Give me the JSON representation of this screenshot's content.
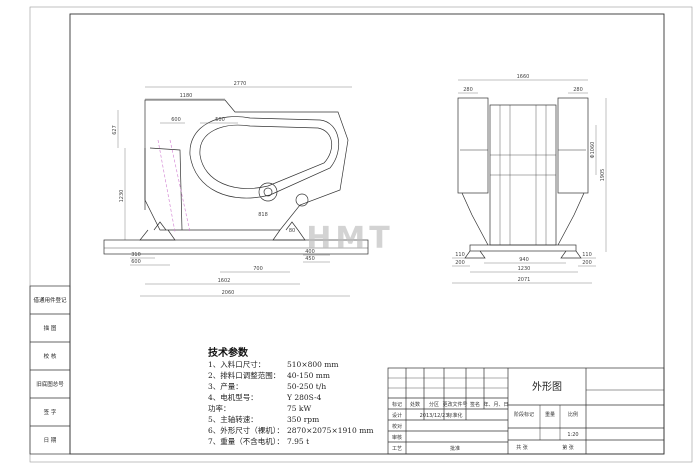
{
  "watermark": "HMT",
  "left_view": {
    "dims": {
      "overall_top": "2770",
      "top_left": "1180",
      "hopper": "600",
      "top_mid": "500",
      "left_h1": "627",
      "left_h2": "1230",
      "base_mid": "818",
      "base_right": "80",
      "bottom_a": "310",
      "bottom_b": "600",
      "bottom_c": "700",
      "bottom_d": "1602",
      "bottom_e": "2060",
      "right_a": "400",
      "right_b": "450"
    }
  },
  "right_view": {
    "dims": {
      "top": "1660",
      "top_left": "280",
      "top_right": "280",
      "dia": "Φ1060",
      "height": "1905",
      "left_a": "110",
      "left_b": "200",
      "right_a": "110",
      "right_b": "200",
      "bottom_a": "940",
      "bottom_b": "1230",
      "bottom_c": "2071"
    }
  },
  "sidebar": [
    {
      "label": "借通用件登记"
    },
    {
      "label": "描 图"
    },
    {
      "label": "校 核"
    },
    {
      "label": "旧底图总号"
    },
    {
      "label": "签 字"
    },
    {
      "label": "日 期"
    }
  ],
  "specs": {
    "title": "技术参数",
    "lines": [
      {
        "k": "1、入料口尺寸：",
        "v": "510×800 mm"
      },
      {
        "k": "2、排料口调整范围：",
        "v": "40-150    mm"
      },
      {
        "k": "3、产量：",
        "v": "50-250  t/h"
      },
      {
        "k": "4、电机型号：",
        "v": "Y 280S-4"
      },
      {
        "k": "        功率：",
        "v": "75      kW"
      },
      {
        "k": "5、主轴转速：",
        "v": "350     rpm"
      },
      {
        "k": "6、外形尺寸（裸机）：",
        "v": "2870×2075×1910 mm"
      },
      {
        "k": "7、重量（不含电机）：",
        "v": "7.95 t"
      }
    ]
  },
  "title_block": {
    "drawing_name": "外形图",
    "headers": [
      "标记",
      "处数",
      "分区",
      "更改文件号",
      "签名",
      "年、月、日"
    ],
    "designer_label": "设计",
    "design_date": "2013/12/23",
    "standardize_label": "标准化",
    "check_label": "校对",
    "review_label": "审核",
    "process_label": "工艺",
    "approve_label": "批准",
    "stage_label": "阶段标记",
    "weight_label": "重量",
    "scale_label": "比例",
    "scale_value": "1:20",
    "sheets_total": "共   张",
    "sheet_no": "第   张"
  }
}
